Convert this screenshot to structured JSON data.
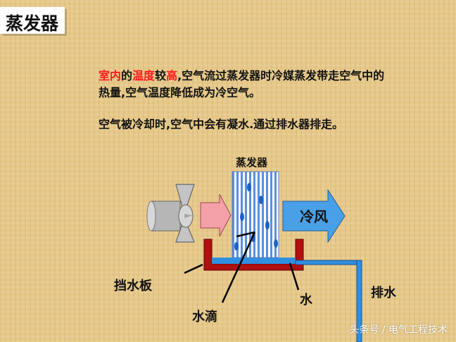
{
  "title": "蒸发器",
  "paragraph1": {
    "line1": {
      "seg1": "室内",
      "seg2": "的",
      "seg3": "温度",
      "seg4": "较",
      "seg5": "高",
      "seg6": ",空气流过蒸发器时冷媒蒸发带走空气中的"
    },
    "line2": "热量,空气温度降低成为冷空气。"
  },
  "paragraph2": "空气被冷却时,空气中会有凝水.通过排水器排走。",
  "diagram": {
    "evaporator_label": "蒸发器",
    "cold_air_label": "冷风",
    "baffle_label": "挡水板",
    "water_label": "水",
    "drain_label": "排水",
    "droplet_label": "水滴"
  },
  "watermark": "头条号 / 电气工程技术",
  "colors": {
    "highlight_red": "#ff1a1a",
    "cold_arrow_blue": "#4aa0e6",
    "warm_arrow_pink": "#f4a0a8",
    "tray_red": "#b01010",
    "water_blue": "#2f8fe0"
  }
}
